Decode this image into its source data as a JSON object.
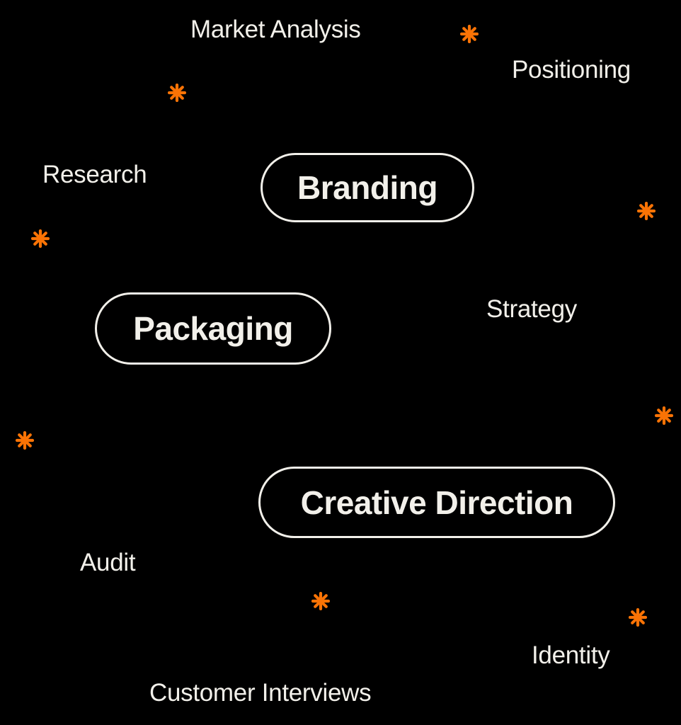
{
  "colors": {
    "background": "#000000",
    "text": "#F2F0EA",
    "accent": "#FA7305"
  },
  "pills": [
    {
      "label": "Branding"
    },
    {
      "label": "Packaging"
    },
    {
      "label": "Creative Direction"
    }
  ],
  "labels": [
    {
      "text": "Market Analysis"
    },
    {
      "text": "Positioning"
    },
    {
      "text": "Research"
    },
    {
      "text": "Strategy"
    },
    {
      "text": "Audit"
    },
    {
      "text": "Identity"
    },
    {
      "text": "Customer Interviews"
    }
  ],
  "icons": {
    "asterisk": "eight-spoke-asterisk",
    "asterisk_glyph": "✳",
    "asterisk_count": 8
  }
}
